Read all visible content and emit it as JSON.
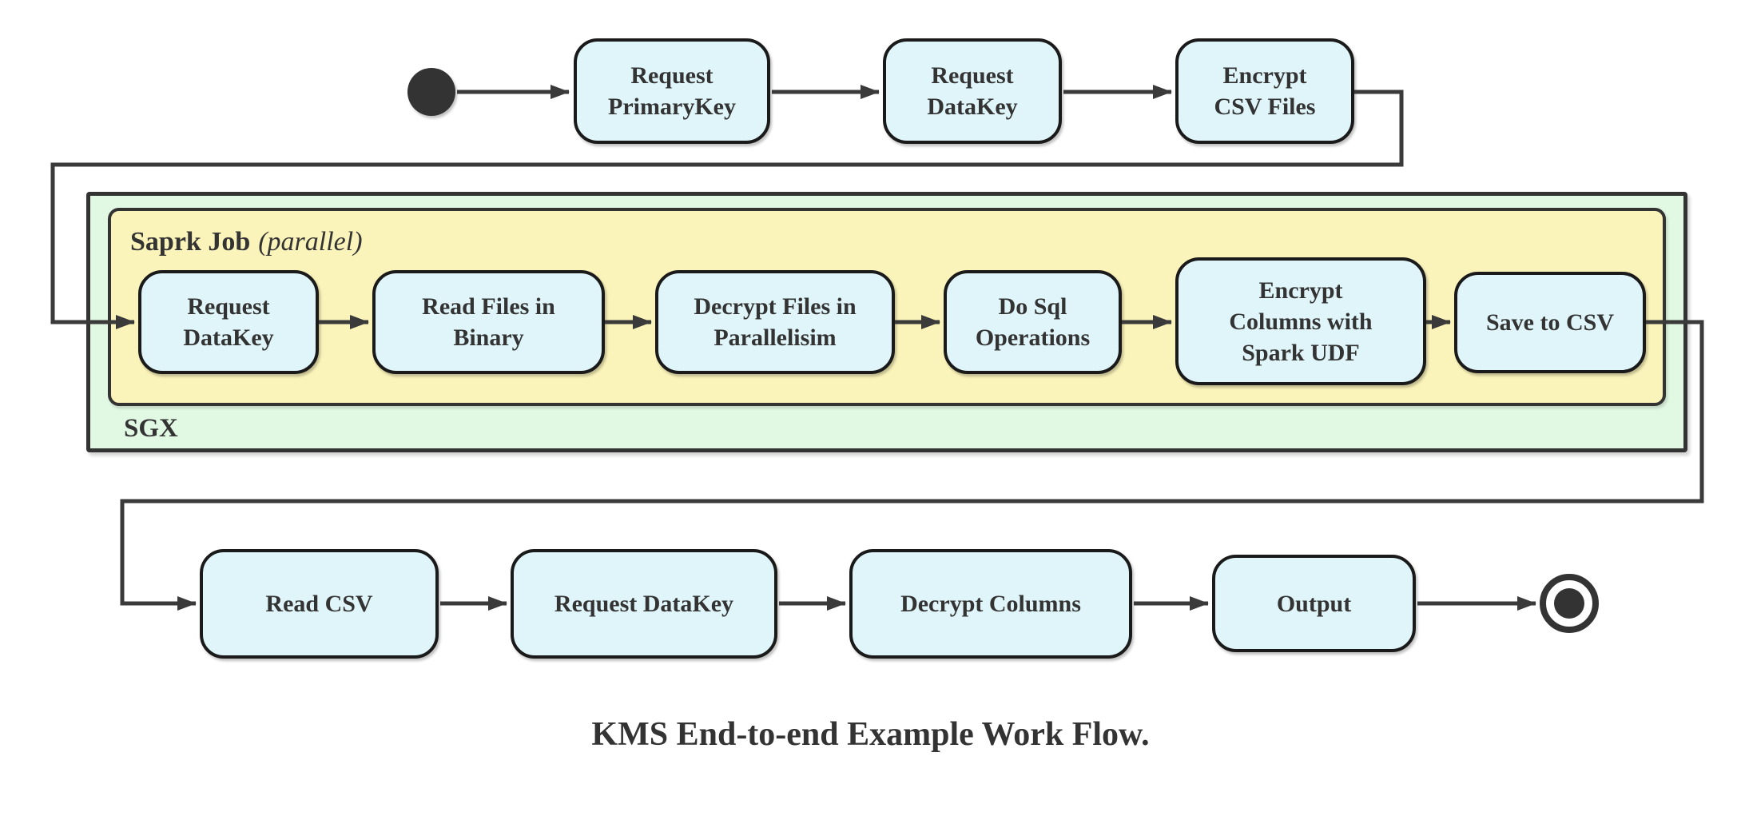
{
  "diagram": {
    "type": "activity-flowchart",
    "caption": "KMS End-to-end Example Work Flow.",
    "colors": {
      "node_fill": "#dff5f9",
      "node_border": "#1a1a1a",
      "green_fill": "#e1f8e3",
      "yellow_fill": "#fbf4ba",
      "container_border": "#333333",
      "line": "#3a3a3a",
      "text": "#333333",
      "background": "#ffffff"
    },
    "top_row": {
      "nodes": [
        {
          "label": "Request\nPrimaryKey"
        },
        {
          "label": "Request\nDataKey"
        },
        {
          "label": "Encrypt\nCSV Files"
        }
      ]
    },
    "sgx_container": {
      "label": "SGX",
      "spark_job_container": {
        "title": "Saprk Job",
        "modifier": "(parallel)",
        "nodes": [
          {
            "label": "Request\nDataKey"
          },
          {
            "label": "Read Files in\nBinary"
          },
          {
            "label": "Decrypt Files in\nParallelisim"
          },
          {
            "label": "Do Sql\nOperations"
          },
          {
            "label": "Encrypt\nColumns with\nSpark UDF"
          },
          {
            "label": "Save to CSV"
          }
        ]
      }
    },
    "bottom_row": {
      "nodes": [
        {
          "label": "Read CSV"
        },
        {
          "label": "Request DataKey"
        },
        {
          "label": "Decrypt Columns"
        },
        {
          "label": "Output"
        }
      ]
    }
  }
}
